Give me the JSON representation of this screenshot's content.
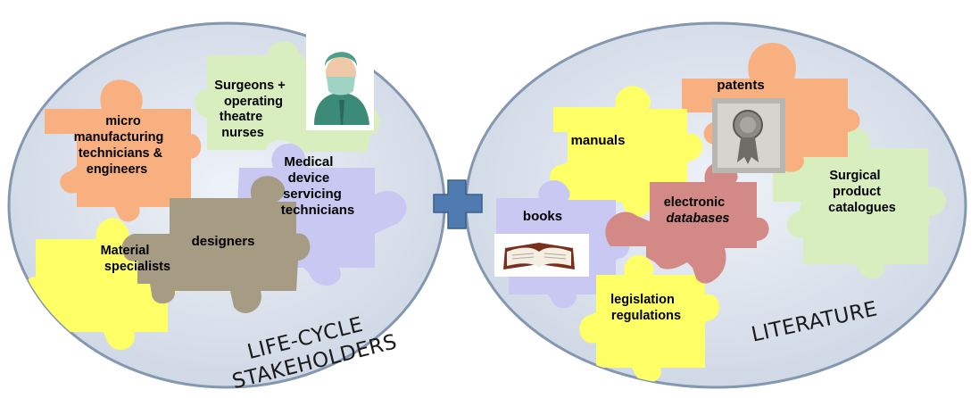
{
  "left_circle": {
    "title_line1": "LIFE-CYCLE",
    "title_line2": "STAKEHOLDERS",
    "pieces": {
      "surgeons": [
        "Surgeons +",
        "operating",
        "theatre",
        "nurses"
      ],
      "micro": [
        "micro",
        "manufacturing",
        "technicians &",
        "engineers"
      ],
      "medical": [
        "Medical",
        "device",
        "servicing",
        "technicians"
      ],
      "designers": [
        "designers"
      ],
      "material": [
        "Material",
        "specialists"
      ]
    }
  },
  "right_circle": {
    "title": "LITERATURE",
    "pieces": {
      "patents": [
        "patents"
      ],
      "manuals": [
        "manuals"
      ],
      "books": [
        "books"
      ],
      "electronic": [
        "electronic",
        "databases"
      ],
      "surgical": [
        "Surgical",
        "product",
        "catalogues"
      ],
      "legislation": [
        "legislation",
        "regulations"
      ]
    }
  },
  "colors": {
    "circle_fill": "#dce3ee",
    "circle_stroke": "#8497b0",
    "plus": "#4f7bb0",
    "orange": "#f9b081",
    "yellow": "#ffff66",
    "lavender": "#c8c8f2",
    "brown": "#a69b83",
    "green": "#d8eebf",
    "red": "#d38a86"
  }
}
